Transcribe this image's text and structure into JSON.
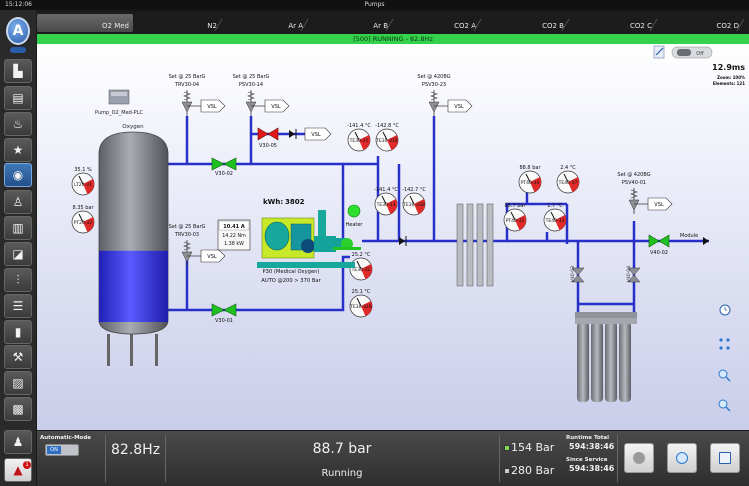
{
  "topbar": {
    "clock": "15:12:06",
    "title": "Pumps"
  },
  "tabs": [
    {
      "label": "O2 Med",
      "active": true
    },
    {
      "label": "N2"
    },
    {
      "label": "Ar A"
    },
    {
      "label": "Ar B"
    },
    {
      "label": "CO2 A"
    },
    {
      "label": "CO2 B"
    },
    {
      "label": "CO2 C"
    },
    {
      "label": "CO2 D"
    }
  ],
  "status": {
    "text": "[500] RUNNING - 82.8Hz",
    "color": "#34d24a"
  },
  "topright": {
    "toggle": "Off",
    "cycle_time": "12.9ms",
    "zoom": "Zoom: 100%",
    "elements": "Elements: 121"
  },
  "plc": {
    "label": "Pump_O2_Med-PLC"
  },
  "tank": {
    "label": "Oxygen",
    "level_fraction": 0.4
  },
  "gauges": {
    "lt20_31": {
      "value": "35.1 %",
      "tag": "LT20-31"
    },
    "pt20_32": {
      "value": "8.35 bar",
      "tag": "PT20-32"
    },
    "te30_31": {
      "value": "-141.4 °C",
      "tag": "TE30-31"
    },
    "te30_31b": {
      "value": "-142.8 °C",
      "tag": "TE30-31B"
    },
    "te30_33": {
      "value": "-141.4 °C",
      "tag": "TE30-33"
    },
    "te30_33b": {
      "value": "-142.7 °C",
      "tag": "TE30-33B"
    },
    "te30_32": {
      "value": "25.2 °C",
      "tag": "TE30-32"
    },
    "te30_32b": {
      "value": "25.1 °C",
      "tag": "TE30-32B"
    },
    "pt40_34": {
      "value": "88.8 bar",
      "tag": "PT40-34"
    },
    "te40_37": {
      "value": "2.4 °C",
      "tag": "TE40-37"
    },
    "pt40_32": {
      "value": "88.7 bar",
      "tag": "PT40-32"
    },
    "te40_33": {
      "value": "1.7 °C",
      "tag": "TE40-33"
    }
  },
  "valves": {
    "trv30_04": {
      "set": "Set @ 25 BarG",
      "tag": "TRV30-04",
      "vsl": "VSL"
    },
    "psv30_14": {
      "set": "Set @ 25 BarG",
      "tag": "PSV30-14",
      "vsl": "VSL"
    },
    "psv30_23": {
      "set": "Set @ 420BG",
      "tag": "PSV30-23",
      "vsl": "VSL"
    },
    "trv30_03": {
      "set": "Set @ 25 BarG",
      "tag": "TRV30-03",
      "vsl": "VSL"
    },
    "psv40_01": {
      "set": "Set @ 420BG",
      "tag": "PSV40-01",
      "vsl": "VSL"
    },
    "v30_05": {
      "tag": "V30-05",
      "vsl": "VSL"
    },
    "v30_02": {
      "tag": "V30-02"
    },
    "v30_01": {
      "tag": "V30-01"
    },
    "v40_02": {
      "tag": "V40-02"
    },
    "v40_03": {
      "tag": "V40-03"
    },
    "v40_04": {
      "tag": "V40-04"
    }
  },
  "pump": {
    "kwh_label": "kWh:",
    "kwh_value": "3802",
    "current": "10.41 A",
    "torque": "14.22 Nm",
    "power": "1.38 kW",
    "name": "P30 (Medical Oxygen)",
    "mode": "AUTO @200 > 370 Bar"
  },
  "heater": {
    "label": "Heater",
    "color": "#2ee02e"
  },
  "module_label": "Module",
  "bottom": {
    "automode_label": "Automatic-Mode",
    "toggle_on": "ON",
    "frequency": "82.8Hz",
    "pressure": "88.7 bar",
    "running": "Running",
    "bar_154": "154 Bar",
    "bar_280": "280 Bar",
    "runtime_total_label": "Runtime Total",
    "runtime_total_value": "594:38:46",
    "since_service_label": "Since Service",
    "since_service_value": "594:38:46"
  },
  "colors": {
    "pipe": "#2730c8",
    "valve_green": "#20c020",
    "valve_red": "#e01818",
    "tank_fill": "#3e3ee6",
    "gauge_red": "#e02a2a"
  },
  "icons": [
    "factory-icon",
    "panel-icon",
    "fire-icon",
    "star-icon",
    "network-icon",
    "tree-icon",
    "stats-icon",
    "chart-icon",
    "tuning-icon",
    "list-icon",
    "cylinders-icon",
    "tools-icon",
    "notebook-icon",
    "book-icon",
    "user-icon",
    "alarm-icon"
  ]
}
